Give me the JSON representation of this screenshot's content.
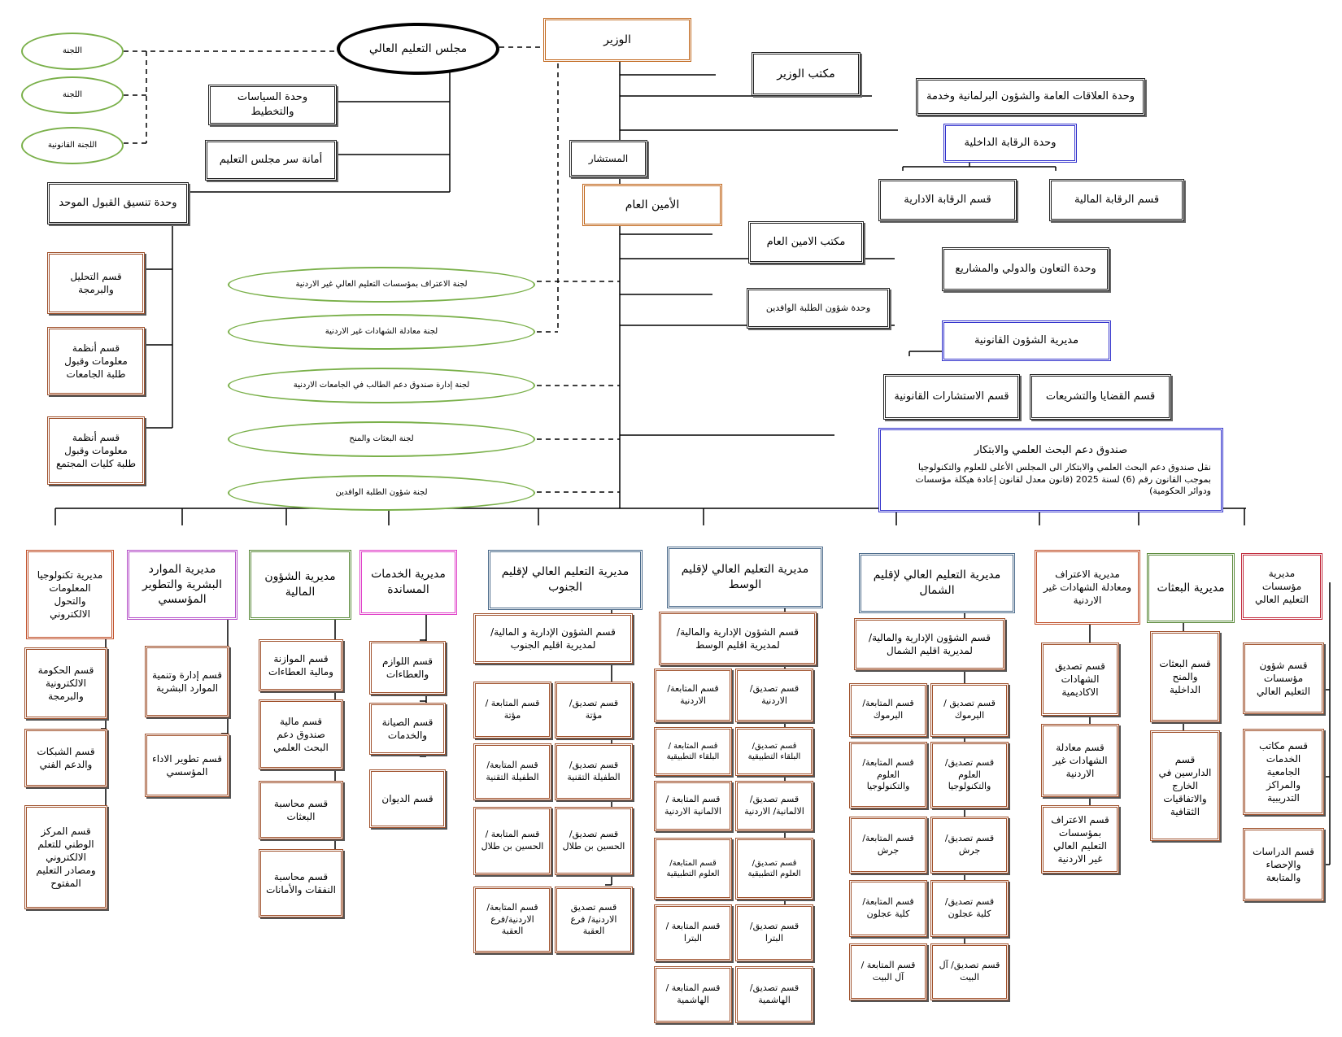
{
  "top": {
    "minister": "الوزير",
    "council": "مجلس التعليم العالي",
    "minister_office": "مكتب الوزير",
    "public_relations": "وحدة العلاقات العامة والشؤون البرلمانية وخدمة",
    "internal_audit": "وحدة الرقابة الداخلية",
    "audit_admin": "قسم الرقابة الادارية",
    "audit_finance": "قسم الرقابة المالية",
    "advisor": "المستشار",
    "secretary_general": "الأمين العام",
    "sg_office": "مكتب الامين العام",
    "cooperation": "وحدة التعاون والدولي والمشاريع",
    "expat_students": "وحدة شؤون الطلبة الوافدين",
    "legal_directorate": "مديرية الشؤون القانونية",
    "legal_consult": "قسم الاستشارات القانونية",
    "legal_cases": "قسم القضايا والتشريعات",
    "fund_title": "صندوق دعم البحث العلمي والابتكار",
    "fund_desc": "نقل صندوق دعم البحث العلمي والابتكار الى المجلس الأعلى للعلوم والتكنولوجيا بموجب القانون رقم (6) لسنة 2025  (قانون معدل لقانون إعادة هيكلة مؤسسات ودوائر الحكومية)"
  },
  "left": {
    "committee1": "اللجنة",
    "committee2": "اللجنة",
    "committee_legal": "اللجنة القانونية",
    "policies_unit": "وحدة السياسات والتخطيط",
    "council_secretariat": "أمانة سر مجلس التعليم",
    "admission_unit": "وحدة تنسيق القبول الموحد",
    "analysis": "قسم التحليل والبرمجة",
    "univ_info": "قسم أنظمة معلومات وقبول طلبة الجامعات",
    "college_info": "قسم أنظمة معلومات وقبول طلبة كليات المجتمع"
  },
  "committees": [
    "لجنة الاعتراف بمؤسسات التعليم العالي غير الاردنية",
    "لجنة معادلة الشهادات غير الاردنية",
    "لجنة إدارة صندوق دعم الطالب في الجامعات الاردنية",
    "لجنة البعثات والمنح",
    "لجنة شؤون الطلبة الوافدين"
  ],
  "directorates": {
    "it": {
      "title": "مديرية تكنولوجيا المعلومات والتحول الالكتروني",
      "depts": [
        "قسم الحكومة الالكترونية والبرمجة",
        "قسم الشبكات والدعم الفني",
        "قسم المركز الوطني للتعلم الالكتروني ومصادر التعليم المفتوح"
      ]
    },
    "hr": {
      "title": "مديرية الموارد البشرية والتطوير المؤسسي",
      "depts": [
        "قسم إدارة وتنمية الموارد البشرية",
        "قسم تطوير الاداء المؤسسي"
      ]
    },
    "fin": {
      "title": "مديرية الشؤون المالية",
      "depts": [
        "قسم الموازنة ومالية العطاءات",
        "قسم مالية صندوق دعم البحث العلمي",
        "قسم محاسبة البعثات",
        "قسم محاسبة النفقات والأمانات"
      ]
    },
    "svc": {
      "title": "مديرية الخدمات المساندة",
      "depts": [
        "قسم اللوازم والعطاءات",
        "قسم الصيانة والخدمات",
        "قسم الديوان"
      ]
    },
    "south": {
      "title": "مديرية التعليم العالي لإقليم الجنوب",
      "admin": "قسم الشؤون الإدارية و المالية/ لمديرية اقليم الجنوب",
      "left": [
        "قسم المتابعة /مؤتة",
        "قسم المتابعة/ الطفيلة التقنية",
        "قسم المتابعة / الحسين بن طلال",
        "قسم المتابعة/ الاردنية/فرع العقبة"
      ],
      "right": [
        "قسم تصديق/ مؤتة",
        "قسم تصديق/ الطفيلة التقنية",
        "قسم تصديق/ الحسين بن طلال",
        "قسم تصديق الاردنية/ فرع العقبة"
      ]
    },
    "mid": {
      "title": "مديرية التعليم العالي لإقليم الوسط",
      "admin": "قسم الشؤون الإدارية والمالية/ لمديرية اقليم الوسط",
      "left": [
        "قسم المتابعة/ الاردنية",
        "قسم المتابعة / البلقاء التطبيقية",
        "قسم المتابعة / الالمانية الاردنية",
        "قسم المتابعة/ العلوم التطبيقية",
        "قسم المتابعة / البترا",
        "قسم المتابعة / الهاشمية"
      ],
      "right": [
        "قسم تصديق/ الاردنية",
        "قسم تصديق/ البلقاء التطبيقية",
        "قسم تصديق/ الالمانية/ الاردنية",
        "قسم تصديق/ العلوم التطبيقية",
        "قسم تصديق/ البترا",
        "قسم تصديق/ الهاشمية"
      ]
    },
    "north": {
      "title": "مديرية التعليم العالي لإقليم الشمال",
      "admin": "قسم الشؤون الإدارية والمالية/لمديرية اقليم الشمال",
      "left": [
        "قسم المتابعة/ اليرموك",
        "قسم المتابعة/ العلوم والتكنولوجيا",
        "قسم المتابعة/ جرش",
        "قسم المتابعة/ كلية عجلون",
        "قسم المتابعة / آل البيت"
      ],
      "right": [
        "قسم تصديق /اليرموك",
        "قسم تصديق/ العلوم والتكنولوجيا",
        "قسم تصديق/ جرش",
        "قسم تصديق/ كلية عجلون",
        "قسم تصديق/ آل البيت"
      ]
    },
    "recog": {
      "title": "مديرية الاعتراف ومعادلة الشهادات غير الاردنية",
      "depts": [
        "قسم تصديق الشهادات الاكاديمية",
        "قسم معادلة الشهادات غير الاردنية",
        "قسم الاعتراف بمؤسسات التعليم العالي غير الاردنية"
      ]
    },
    "missions": {
      "title": "مديرية البعثات",
      "depts": [
        "قسم البعثات والمنح الداخلية",
        "قسم الدارسين في الخارج والاتفاقيات الثقافية"
      ]
    },
    "inst": {
      "title": "مديرية مؤسسات التعليم العالي",
      "depts": [
        "قسم شؤون مؤسسات التعليم العالي",
        "قسم مكاتب الخدمات الجامعية والمراكز التدريبية",
        "قسم الدراسات والإحصاء والمتابعة"
      ]
    }
  }
}
